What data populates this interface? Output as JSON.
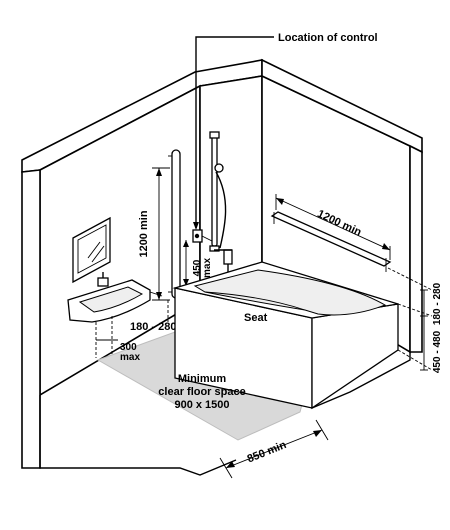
{
  "callout": {
    "location_of_control": "Location of control"
  },
  "dimensions": {
    "grab_rail_height": "1200 min",
    "control_height": "450",
    "control_height_max": "max",
    "rail_offset": "180 - 280",
    "basin_offset": "300",
    "basin_offset_max": "max",
    "bath_rail_length": "1200 min",
    "bath_rail_height": "180 - 280",
    "bath_height": "450 - 480",
    "floor_width": "850 min"
  },
  "labels": {
    "seat": "Seat",
    "clear_space_line1": "Minimum",
    "clear_space_line2": "clear floor space",
    "clear_space_line3": "900 x 1500"
  }
}
